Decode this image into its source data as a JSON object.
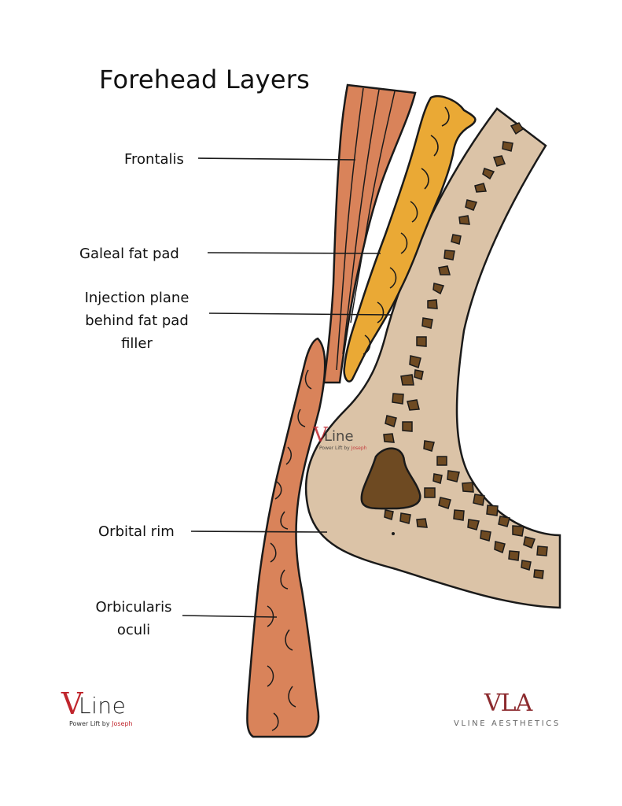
{
  "title": "Forehead Layers",
  "labels": {
    "frontalis": "Frontalis",
    "galeal_fat_pad": "Galeal fat pad",
    "injection_plane": [
      "Injection plane",
      "behind fat pad",
      "filler"
    ],
    "orbital_rim": "Orbital rim",
    "orbicularis_oculi": [
      "Orbicularis",
      "oculi"
    ]
  },
  "branding": {
    "left_logo": {
      "letter": "V",
      "word": "Line",
      "tagline_prefix": "Power Lift by ",
      "tagline_name": "Joseph"
    },
    "right_logo": {
      "monogram": "VLA",
      "text": "VLINE AESTHETICS"
    },
    "watermark": {
      "letter": "V",
      "word": "Line",
      "tagline_prefix": "Power Lift by ",
      "tagline_name": "Joseph"
    }
  },
  "colors": {
    "muscle": "#d9835a",
    "muscle_dark": "#b8633d",
    "fat": "#eaa935",
    "bone": "#dbc3a7",
    "bone_pores": "#6e4a22",
    "outline": "#1a1a1a",
    "brand_red": "#c0262d"
  }
}
